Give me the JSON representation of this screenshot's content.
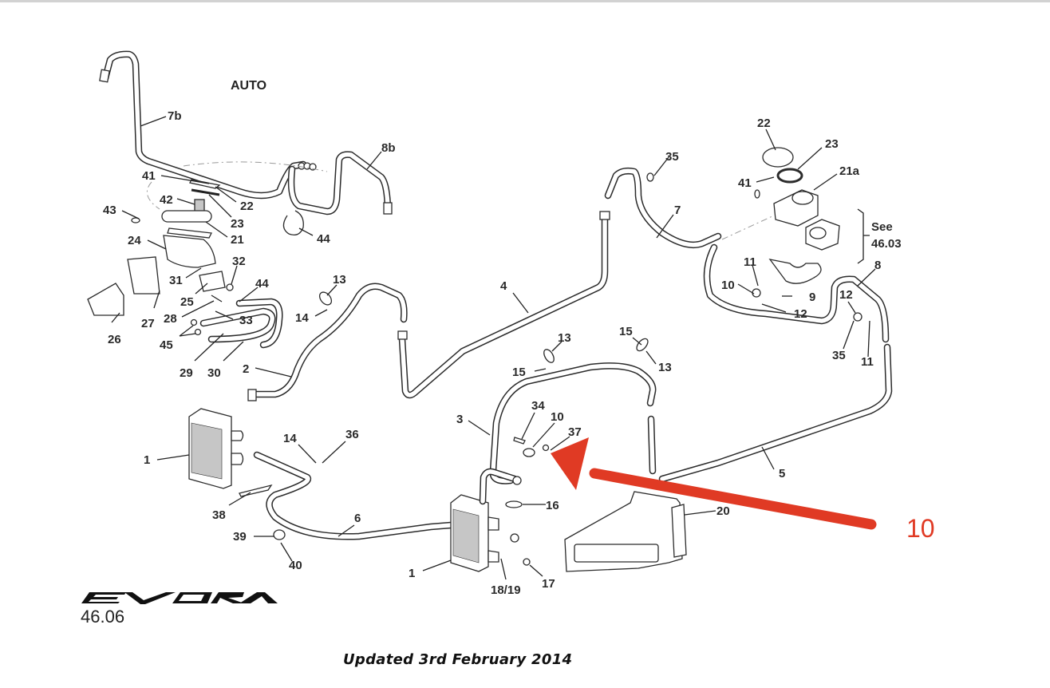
{
  "diagram": {
    "variant_label": "AUTO",
    "section_code": "46.06",
    "brand_logo": "EVORA",
    "updated_text": "Updated 3rd February 2014",
    "see_reference": {
      "line1": "See",
      "line2": "46.03"
    },
    "annotation": {
      "label": "10",
      "color": "#e03a24",
      "points_to_part": "10"
    },
    "part_labels": [
      {
        "id": "7b",
        "text": "7b"
      },
      {
        "id": "8b",
        "text": "8b"
      },
      {
        "id": "41a",
        "text": "41"
      },
      {
        "id": "22a",
        "text": "22"
      },
      {
        "id": "42",
        "text": "42"
      },
      {
        "id": "23a",
        "text": "23"
      },
      {
        "id": "43",
        "text": "43"
      },
      {
        "id": "21",
        "text": "21"
      },
      {
        "id": "44a",
        "text": "44"
      },
      {
        "id": "24",
        "text": "24"
      },
      {
        "id": "31",
        "text": "31"
      },
      {
        "id": "32",
        "text": "32"
      },
      {
        "id": "44b",
        "text": "44"
      },
      {
        "id": "25",
        "text": "25"
      },
      {
        "id": "27",
        "text": "27"
      },
      {
        "id": "28",
        "text": "28"
      },
      {
        "id": "33",
        "text": "33"
      },
      {
        "id": "26",
        "text": "26"
      },
      {
        "id": "45",
        "text": "45"
      },
      {
        "id": "29",
        "text": "29"
      },
      {
        "id": "30",
        "text": "30"
      },
      {
        "id": "2",
        "text": "2"
      },
      {
        "id": "13a",
        "text": "13"
      },
      {
        "id": "14a",
        "text": "14"
      },
      {
        "id": "4",
        "text": "4"
      },
      {
        "id": "35a",
        "text": "35"
      },
      {
        "id": "7",
        "text": "7"
      },
      {
        "id": "22b",
        "text": "22"
      },
      {
        "id": "23b",
        "text": "23"
      },
      {
        "id": "41b",
        "text": "41"
      },
      {
        "id": "21a",
        "text": "21a"
      },
      {
        "id": "11a",
        "text": "11"
      },
      {
        "id": "10a",
        "text": "10"
      },
      {
        "id": "9",
        "text": "9"
      },
      {
        "id": "12a",
        "text": "12"
      },
      {
        "id": "8",
        "text": "8"
      },
      {
        "id": "12b",
        "text": "12"
      },
      {
        "id": "35b",
        "text": "35"
      },
      {
        "id": "11b",
        "text": "11"
      },
      {
        "id": "13b",
        "text": "13"
      },
      {
        "id": "15a",
        "text": "15"
      },
      {
        "id": "15b",
        "text": "15"
      },
      {
        "id": "13c",
        "text": "13"
      },
      {
        "id": "3",
        "text": "3"
      },
      {
        "id": "34",
        "text": "34"
      },
      {
        "id": "10b",
        "text": "10"
      },
      {
        "id": "37",
        "text": "37"
      },
      {
        "id": "5",
        "text": "5"
      },
      {
        "id": "1a",
        "text": "1"
      },
      {
        "id": "14b",
        "text": "14"
      },
      {
        "id": "36",
        "text": "36"
      },
      {
        "id": "38",
        "text": "38"
      },
      {
        "id": "6",
        "text": "6"
      },
      {
        "id": "39",
        "text": "39"
      },
      {
        "id": "40",
        "text": "40"
      },
      {
        "id": "16",
        "text": "16"
      },
      {
        "id": "20",
        "text": "20"
      },
      {
        "id": "1b",
        "text": "1"
      },
      {
        "id": "1819",
        "text": "18/19"
      },
      {
        "id": "17",
        "text": "17"
      }
    ]
  }
}
